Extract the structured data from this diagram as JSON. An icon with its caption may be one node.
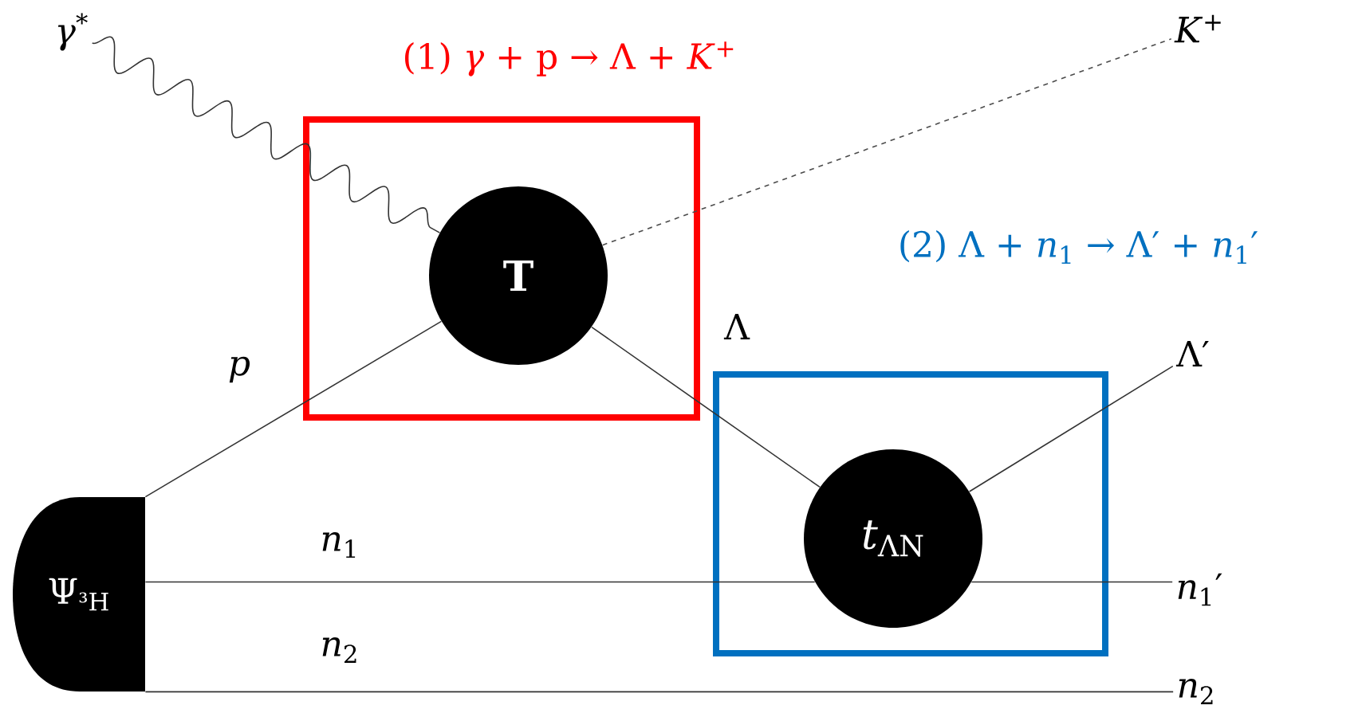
{
  "diagram": {
    "nodes": [
      {
        "text": [
          "(1) *γ* + p → Λ + *K*$^{+}$"
        ]
      },
      {
        "text": [
          "**T**"
        ],
        "in": 0
      },
      {
        "text": [
          "(2) Λ + *n*$_{1}$ → Λ′ + *n*$_{1}$′"
        ]
      },
      {
        "text": [
          "*t*$_{ΛN}$"
        ],
        "in": 2
      },
      {
        "text": [
          "Ψ$_{³H}$"
        ]
      },
      {
        "text": [
          "*γ*$^{*}$"
        ]
      },
      {
        "text": [
          "*K*$^{+}$"
        ]
      },
      {
        "text": [
          "Λ′"
        ]
      },
      {
        "text": [
          "*n*$_{1}$′"
        ]
      },
      {
        "text": [
          "*n*$_{2}$"
        ]
      }
    ],
    "edges": [
      {
        "from": 5,
        "to": 1,
        "arrow": "none"
      },
      {
        "from": 1,
        "to": 6,
        "arrow": "none",
        "style": "dashed"
      },
      {
        "from": 4,
        "to": 1,
        "arrow": "none",
        "label": "*p*"
      },
      {
        "from": 1,
        "to": 3,
        "arrow": "none",
        "label": "Λ"
      },
      {
        "from": 3,
        "to": 7,
        "arrow": "none"
      },
      {
        "from": 4,
        "to": 3,
        "arrow": "none",
        "label": "*n*$_{1}$"
      },
      {
        "from": 3,
        "to": 8,
        "arrow": "none"
      },
      {
        "from": 4,
        "to": 9,
        "arrow": "none",
        "label": "*n*$_{2}$"
      }
    ]
  }
}
